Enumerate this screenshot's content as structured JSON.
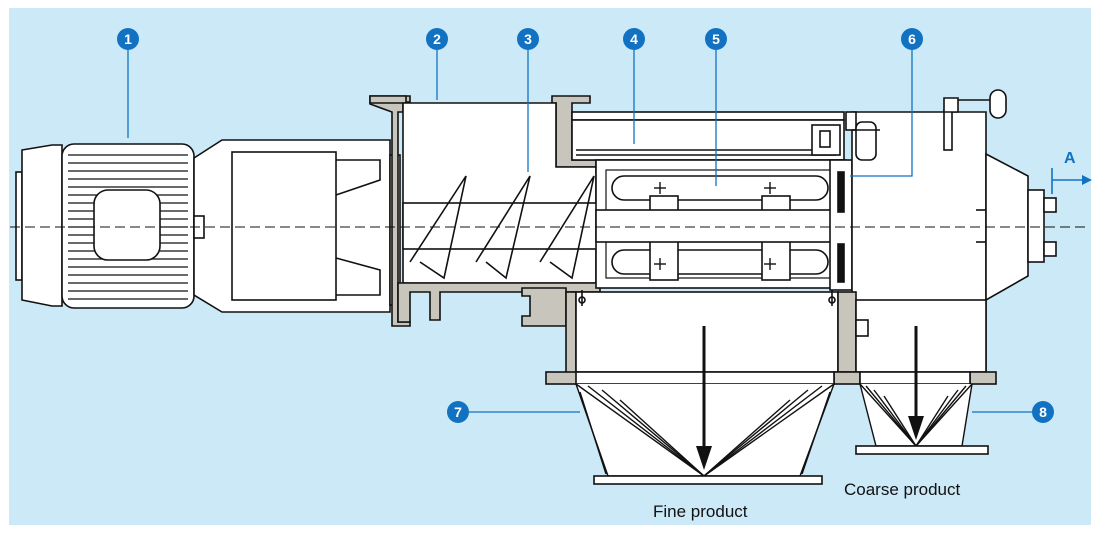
{
  "colors": {
    "background": "#cce9f8",
    "marker": "#1272c1",
    "housing": "#c8c5bd",
    "line": "#111111"
  },
  "markers": [
    "1",
    "2",
    "3",
    "4",
    "5",
    "6",
    "7",
    "8"
  ],
  "direction_label": "A",
  "outlets": {
    "fine": "Fine product",
    "coarse": "Coarse product"
  }
}
